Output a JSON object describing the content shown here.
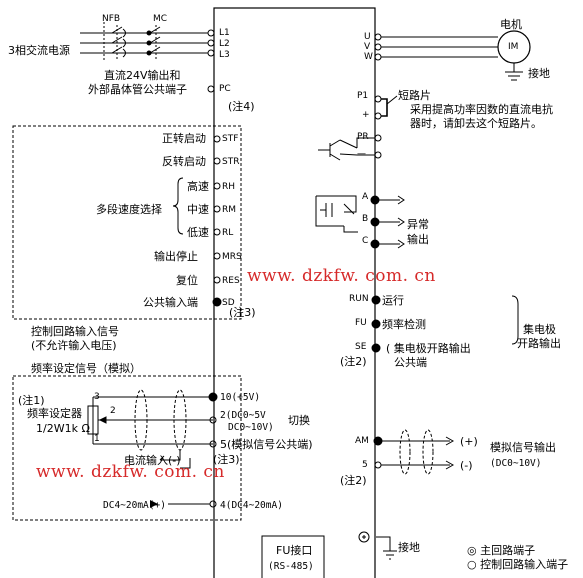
{
  "breakers": {
    "nfb": "NFB",
    "mc": "MC"
  },
  "power_input": "3相交流电源",
  "main_terminals": [
    "L1",
    "L2",
    "L3"
  ],
  "dc24v_label": [
    "直流24V输出和",
    "外部晶体管公共端子"
  ],
  "pc_terminal": "PC",
  "note4": "(注4)",
  "input_terminals": [
    {
      "label": "正转启动",
      "terminal": "STF"
    },
    {
      "label": "反转启动",
      "terminal": "STR"
    },
    {
      "label": "高速",
      "terminal": "RH"
    },
    {
      "label": "中速",
      "terminal": "RM"
    },
    {
      "label": "低速",
      "terminal": "RL"
    },
    {
      "label": "输出停止",
      "terminal": "MRS"
    },
    {
      "label": "复位",
      "terminal": "RES"
    },
    {
      "label": "公共输入端",
      "terminal": "SD"
    }
  ],
  "multi_speed_label": "多段速度选择",
  "note3": "(注3)",
  "control_input": [
    "控制回路输入信号",
    "(不允许输入电压)"
  ],
  "freq_setting": "频率设定信号（模拟）",
  "note1": "(注1)",
  "freq_setter": [
    "频率设定器",
    "1/2W1k Ω"
  ],
  "pot_pins": [
    "3",
    "2",
    "1"
  ],
  "analog_terminals": [
    {
      "terminal": "10",
      "desc": "(+5V)"
    },
    {
      "terminal": "2",
      "desc": "(DC0~5V"
    },
    {
      "terminal": "",
      "desc": "DC0~10V)"
    },
    {
      "terminal": "5",
      "desc": "(模拟信号公共端)"
    },
    {
      "terminal": "4",
      "desc": "(DC4~20mA)"
    }
  ],
  "switch_label": "切换",
  "current_input": "电流输入(-)",
  "dc420_label": "DC4~20mA(+)",
  "motor": {
    "title": "电机",
    "symbol": "IM",
    "ground": "接地"
  },
  "output_terminals": [
    "U",
    "V",
    "W"
  ],
  "p1": "P1",
  "shorting_plate": [
    "短路片",
    "采用提高功率因数的直流电抗",
    "器时，请卸去这个短路片。"
  ],
  "pr": "PR",
  "plus": "+",
  "minus": "—",
  "relay_terminals": [
    "A",
    "B",
    "C"
  ],
  "fault_output": [
    "异常",
    "输出"
  ],
  "open_collector": [
    {
      "terminal": "RUN",
      "label": "运行"
    },
    {
      "terminal": "FU",
      "label": "频率检测"
    },
    {
      "terminal": "SE",
      "label": "集电极开路输出"
    },
    {
      "terminal": "",
      "label": "公共端"
    }
  ],
  "note2": "(注2)",
  "oc_output": [
    "集电极",
    "开路输出"
  ],
  "am": "AM",
  "am_plus": "(+)",
  "am_minus": "(-)",
  "am_5": "5",
  "analog_out": [
    "模拟信号输出",
    "(DC0~10V)"
  ],
  "ground_label": "接地",
  "fu_port": [
    "FU接口",
    "(RS-485)"
  ],
  "legend": [
    "◎ 主回路端子",
    "○ 控制回路输入端子"
  ],
  "watermark": "www. dzkfw. com. cn"
}
